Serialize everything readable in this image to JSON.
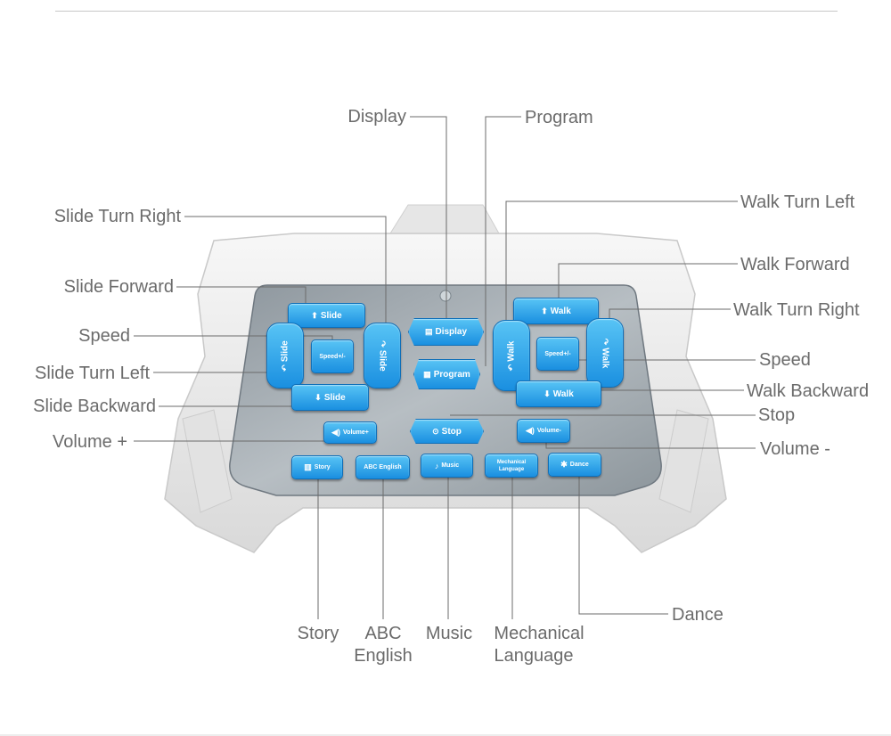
{
  "labels": {
    "display": "Display",
    "program": "Program",
    "slide_turn_right": "Slide Turn Right",
    "slide_forward": "Slide Forward",
    "speed_left": "Speed",
    "slide_turn_left": "Slide Turn Left",
    "slide_backward": "Slide Backward",
    "volume_plus": "Volume +",
    "walk_turn_left": "Walk Turn Left",
    "walk_forward": "Walk Forward",
    "walk_turn_right": "Walk Turn Right",
    "speed_right": "Speed",
    "walk_backward": "Walk Backward",
    "stop": "Stop",
    "volume_minus": "Volume -",
    "dance": "Dance",
    "story": "Story",
    "abc_line1": "ABC",
    "abc_line2": "English",
    "music": "Music",
    "mech_line1": "Mechanical",
    "mech_line2": "Language"
  },
  "buttons": {
    "slide_forward": "Slide",
    "slide_backward": "Slide",
    "slide_turn_left": "Slide",
    "slide_turn_right": "Slide",
    "speed_left": "Speed+/-",
    "display": "Display",
    "program": "Program",
    "walk_forward": "Walk",
    "walk_backward": "Walk",
    "walk_turn_left": "Walk",
    "walk_turn_right": "Walk",
    "speed_right": "Speed+/-",
    "volume_plus": "Volume+",
    "stop": "Stop",
    "volume_minus": "Volume-",
    "story": "Story",
    "abc_english": "ABC English",
    "music": "Music",
    "mechanical_line1": "Mechanical",
    "mechanical_line2": "Language",
    "dance": "Dance"
  },
  "colors": {
    "button_blue": "#1a8fe0",
    "panel_grey": "#9aa4ab",
    "shell_white": "#ececec",
    "label_grey": "#6b6b6b"
  }
}
